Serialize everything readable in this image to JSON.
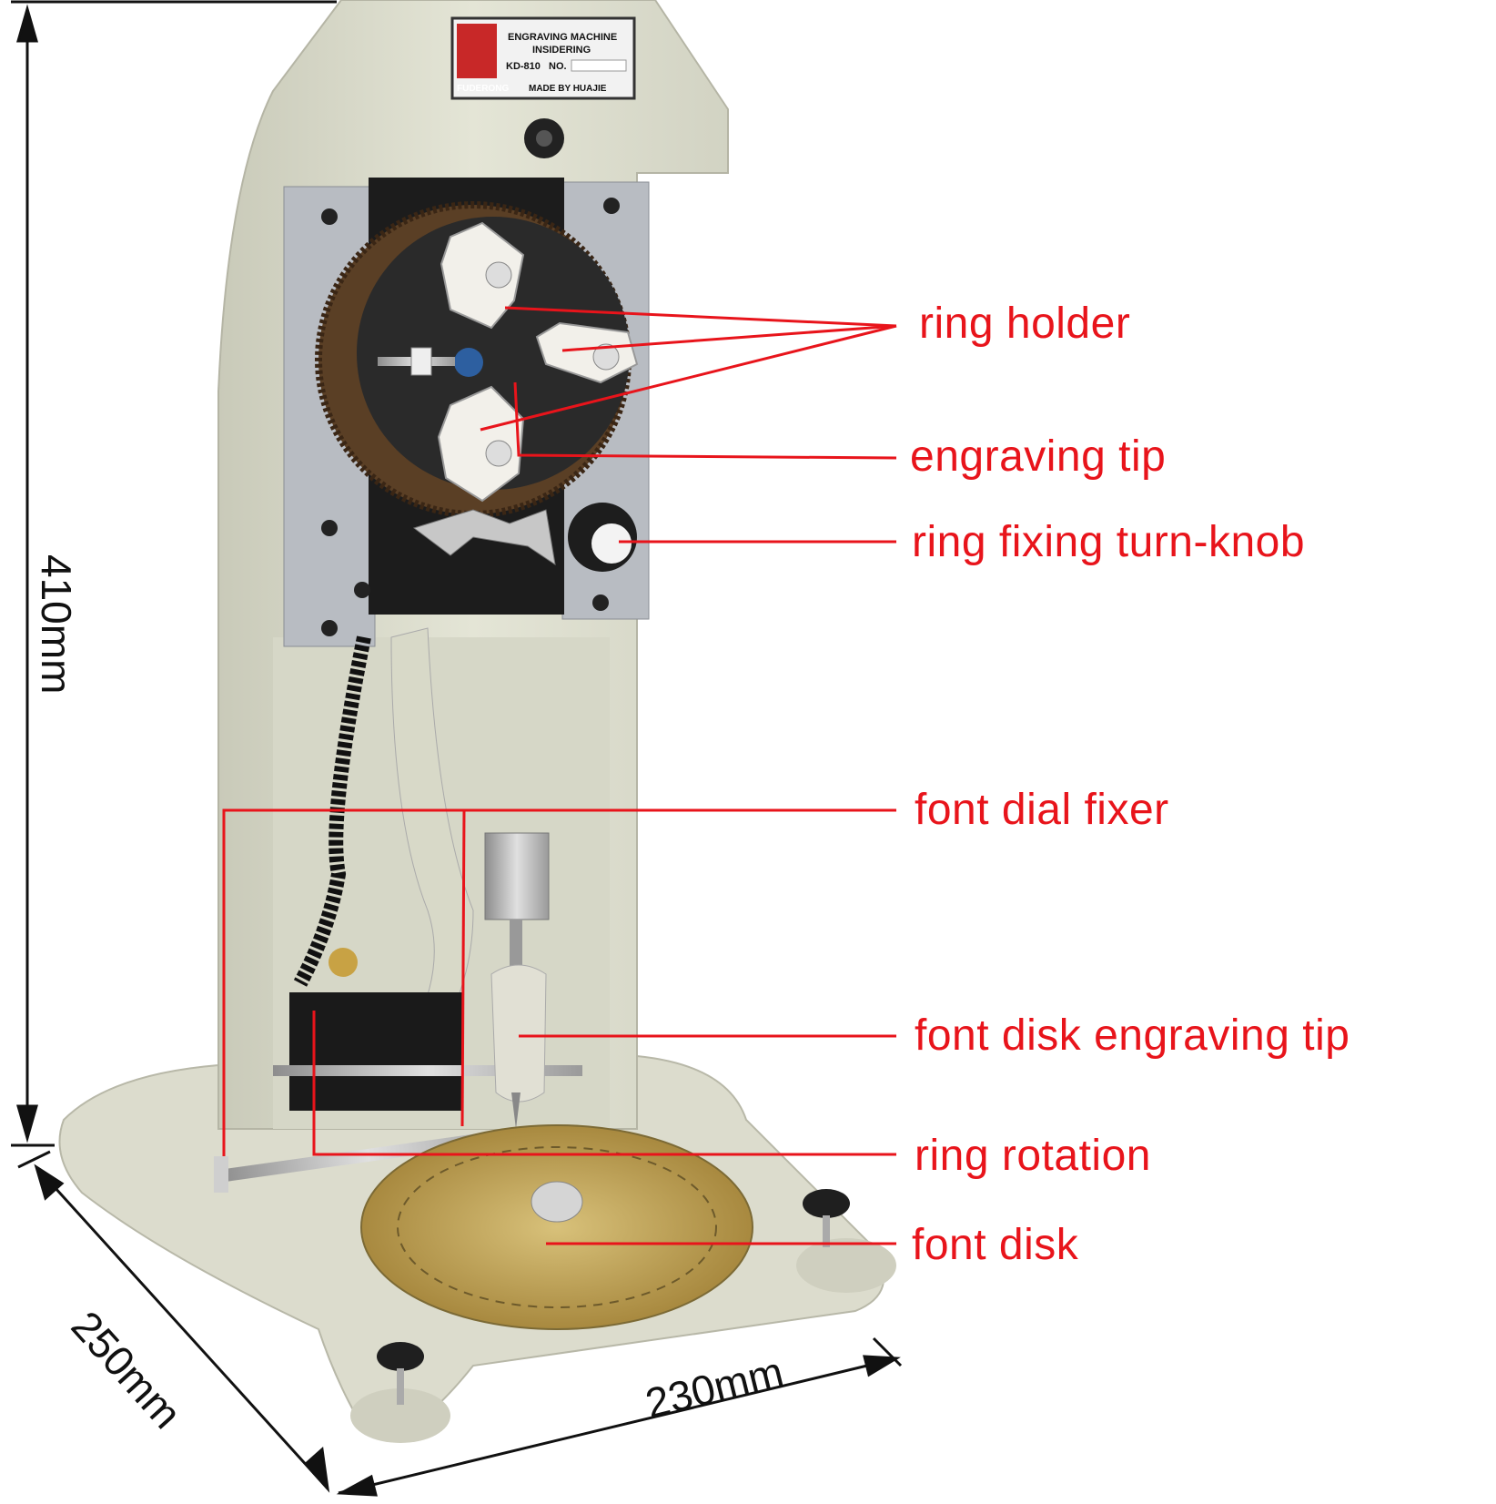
{
  "nameplate": {
    "line1": "ENGRAVING MACHINE",
    "line2": "INSIDERING",
    "model": "KD-810",
    "no_label": "NO.",
    "brand": "FUDERONG",
    "maker": "MADE BY HUAJIE"
  },
  "labels": {
    "ring_holder": "ring holder",
    "engraving_tip": "engraving tip",
    "ring_fixing_turn_knob": "ring fixing turn-knob",
    "font_dial_fixer": "font dial fixer",
    "font_disk_engraving_tip": "font disk engraving tip",
    "ring_rotation": "ring rotation",
    "font_disk": "font disk"
  },
  "dimensions": {
    "height": "410mm",
    "depth": "250mm",
    "width": "230mm"
  },
  "colors": {
    "annotation": "#e8141b",
    "machine_body": "#dedfcf",
    "dial_brass": "#b99a4c"
  }
}
